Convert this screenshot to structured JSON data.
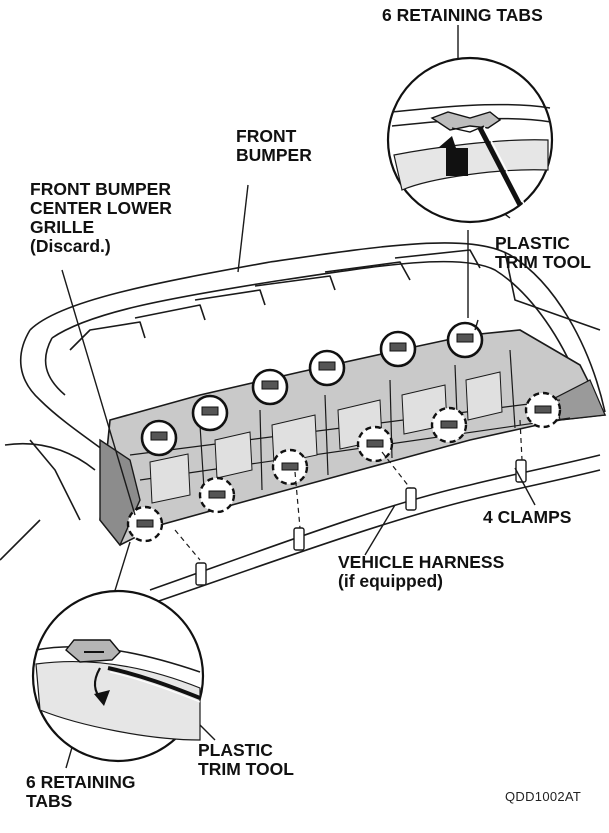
{
  "labels": {
    "retaining_tabs_top": "6 RETAINING TABS",
    "front_bumper": [
      "FRONT",
      "BUMPER"
    ],
    "grille": [
      "FRONT BUMPER",
      "CENTER LOWER",
      "GRILLE",
      "(Discard.)"
    ],
    "plastic_trim_tool_top": [
      "PLASTIC",
      "TRIM TOOL"
    ],
    "four_clamps": "4 CLAMPS",
    "vehicle_harness": [
      "VEHICLE HARNESS",
      "(if equipped)"
    ],
    "plastic_trim_tool_bottom": [
      "PLASTIC",
      "TRIM TOOL"
    ],
    "retaining_tabs_bottom": [
      "6 RETAINING",
      "TABS"
    ]
  },
  "figure_code": "QDD1002AT",
  "colors": {
    "line": "#1a1a1a",
    "grille_fill": "#c9c9c9",
    "grille_dark": "#8c8c8c",
    "inset_fill": "#e6e6e6"
  }
}
